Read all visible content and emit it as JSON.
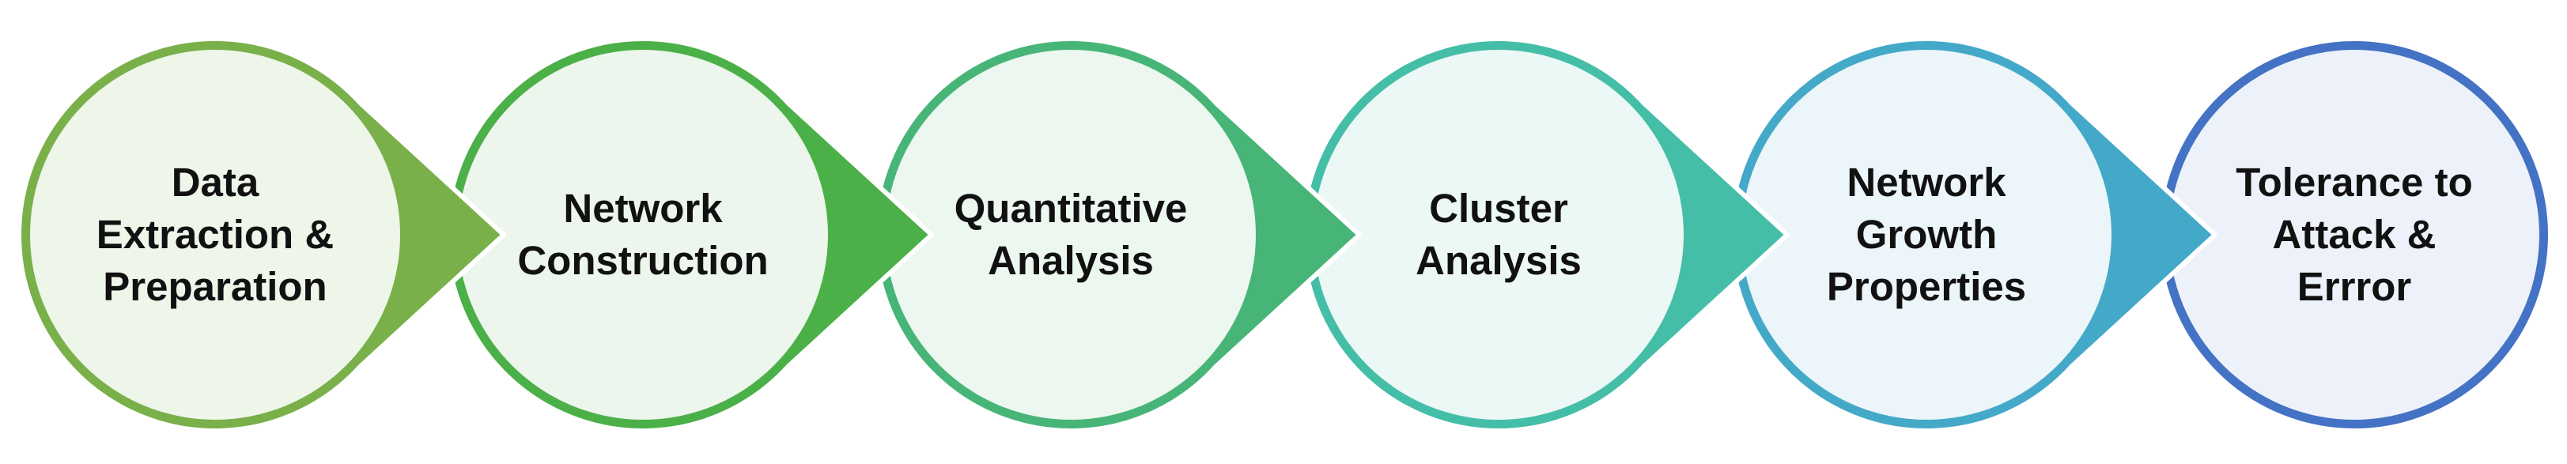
{
  "steps": [
    {
      "lines": [
        "Data",
        "Extraction &",
        "Preparation"
      ],
      "ring_color": "#79B04A",
      "fill_color": "#EEF5E9"
    },
    {
      "lines": [
        "Network",
        "Construction"
      ],
      "ring_color": "#4BB048",
      "fill_color": "#ECF6EC"
    },
    {
      "lines": [
        "Quantitative",
        "Analysis"
      ],
      "ring_color": "#47B577",
      "fill_color": "#ECF7F0"
    },
    {
      "lines": [
        "Cluster",
        "Analysis"
      ],
      "ring_color": "#45BEA8",
      "fill_color": "#ECF8F5"
    },
    {
      "lines": [
        "Network",
        "Growth",
        "Properties"
      ],
      "ring_color": "#44A9C8",
      "fill_color": "#ECF5F9"
    },
    {
      "lines": [
        "Tolerance to",
        "Attack &",
        "Errror"
      ],
      "ring_color": "#4472C4",
      "fill_color": "#EDF2FA"
    }
  ]
}
